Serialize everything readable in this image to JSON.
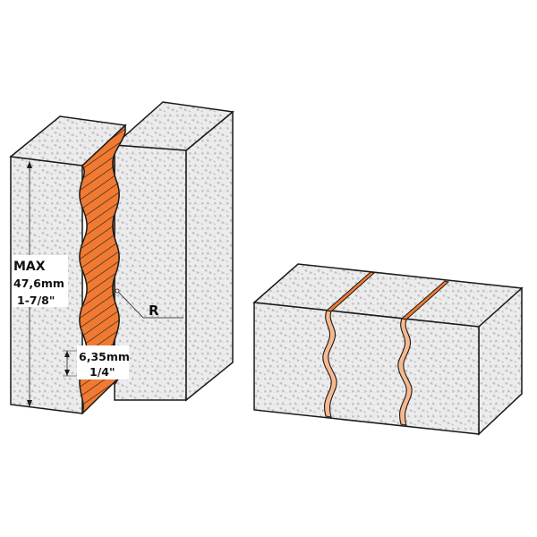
{
  "labels": {
    "max": "MAX",
    "height_mm": "47,6mm",
    "height_in": "1-7/8\"",
    "pitch_mm": "6,35mm",
    "pitch_in": "1/4\"",
    "radius": "R"
  },
  "colors": {
    "wood_face": "#ececec",
    "wood_speck": "#b9b9b9",
    "profile_orange": "#f07a32",
    "profile_light": "#f6b98e",
    "outline": "#1a1a1a"
  }
}
